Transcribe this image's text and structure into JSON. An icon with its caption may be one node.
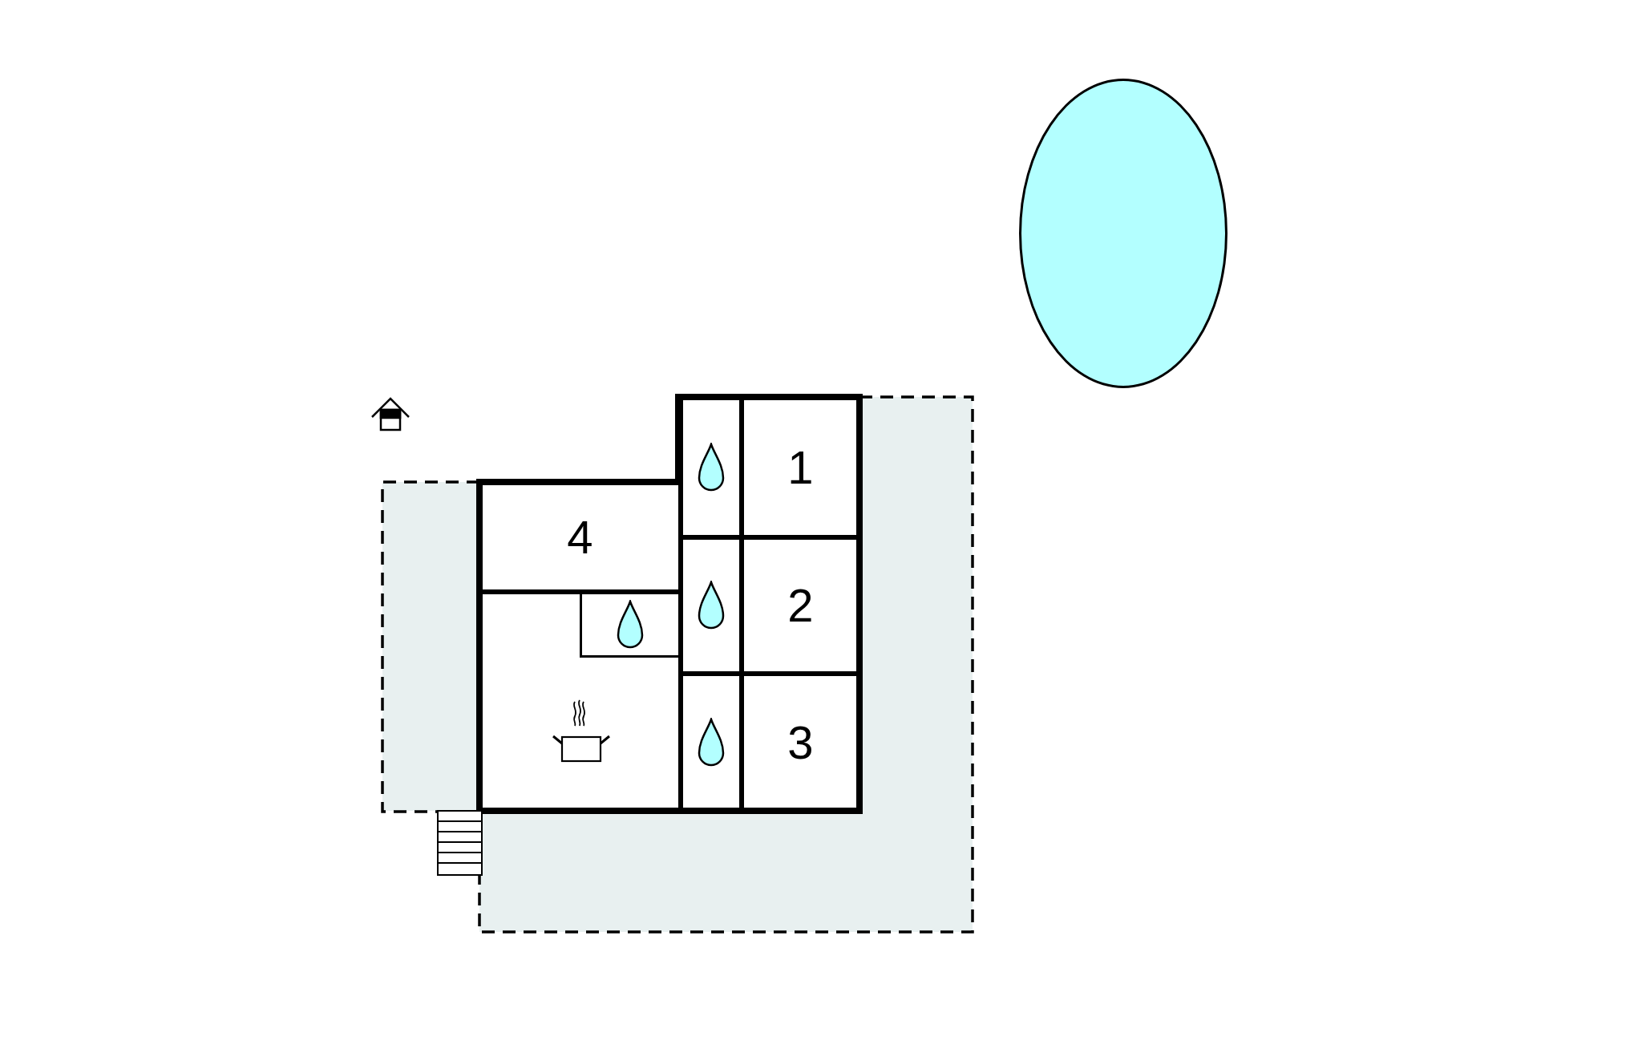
{
  "diagram": {
    "nodes": [
      {
        "text": [],
        "shape": "ellipse"
      },
      {
        "text": [],
        "shape": "box"
      },
      {
        "text": [
          "1"
        ]
      },
      {
        "text": [
          "4"
        ]
      },
      {
        "text": [],
        "shape": "box"
      },
      {
        "text": [
          "2"
        ]
      },
      {
        "text": [],
        "shape": "box",
        "in": 7
      },
      {
        "text": [],
        "shape": "box"
      },
      {
        "text": [],
        "shape": "box"
      },
      {
        "text": [
          "3"
        ]
      }
    ]
  }
}
